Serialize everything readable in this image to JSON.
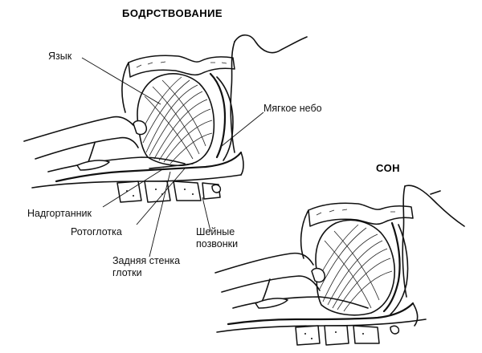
{
  "titles": {
    "awake": "БОДРСТВОВАНИЕ",
    "sleep": "СОН"
  },
  "labels": {
    "tongue": "Язык",
    "soft_palate": "Мягкое небо",
    "epiglottis": "Надгортанник",
    "oropharynx": "Ротоглотка",
    "posterior_wall_line1": "Задняя стенка",
    "posterior_wall_line2": "глотки",
    "vertebrae_line1": "Шейные",
    "vertebrae_line2": "позвонки"
  }
}
